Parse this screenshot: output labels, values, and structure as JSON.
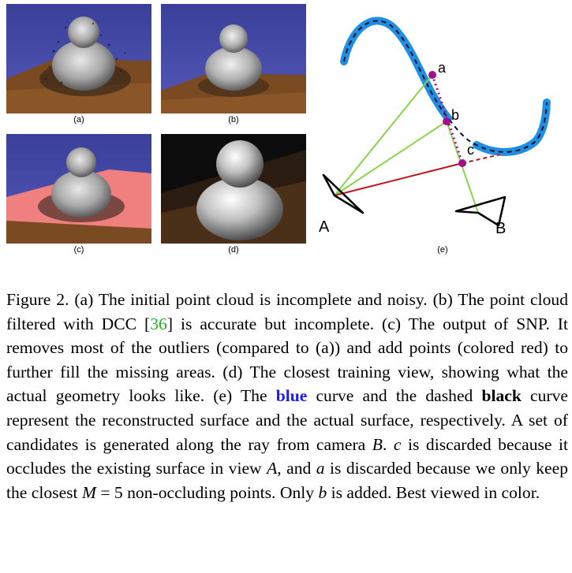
{
  "panels": {
    "a": {
      "label": "(a)"
    },
    "b": {
      "label": "(b)"
    },
    "c": {
      "label": "(c)"
    },
    "d": {
      "label": "(d)"
    },
    "e": {
      "label": "(e)"
    }
  },
  "diagram": {
    "point_a": "a",
    "point_b": "b",
    "point_c": "c",
    "camera_A": "A",
    "camera_B": "B",
    "colors": {
      "blue_curve": "#1e8ee6",
      "green_rays": "#8bd44a",
      "red_ray": "#c0141c",
      "points": "#a0108c"
    }
  },
  "caption": {
    "p1": "Figure 2. (a) The initial point cloud is incomplete and noisy. (b) The point cloud filtered with DCC [",
    "cite": "36",
    "p2": "] is accurate but incomplete. (c) The output of SNP. It removes most of the outliers (compared to (a)) and add points (colored red) to further fill the missing areas. (d) The closest training view, showing what the actual geometry looks like. (e) The ",
    "blue_word": "blue",
    "p3": " curve and the dashed ",
    "black_word": "black",
    "p4": " curve represent the reconstructed surface and the actual surface, respectively. A set of candidates is generated along the ray from camera ",
    "m_B": "B",
    "p5": ". ",
    "m_c": "c",
    "p6": " is discarded because it occludes the existing surface in view ",
    "m_A": "A",
    "p7": ", and ",
    "m_a": "a",
    "p8": " is discarded because we only keep the closest ",
    "m_M": "M",
    "p9": " = 5 non-occluding points. Only ",
    "m_b": "b",
    "p10": " is added. Best viewed in color."
  }
}
